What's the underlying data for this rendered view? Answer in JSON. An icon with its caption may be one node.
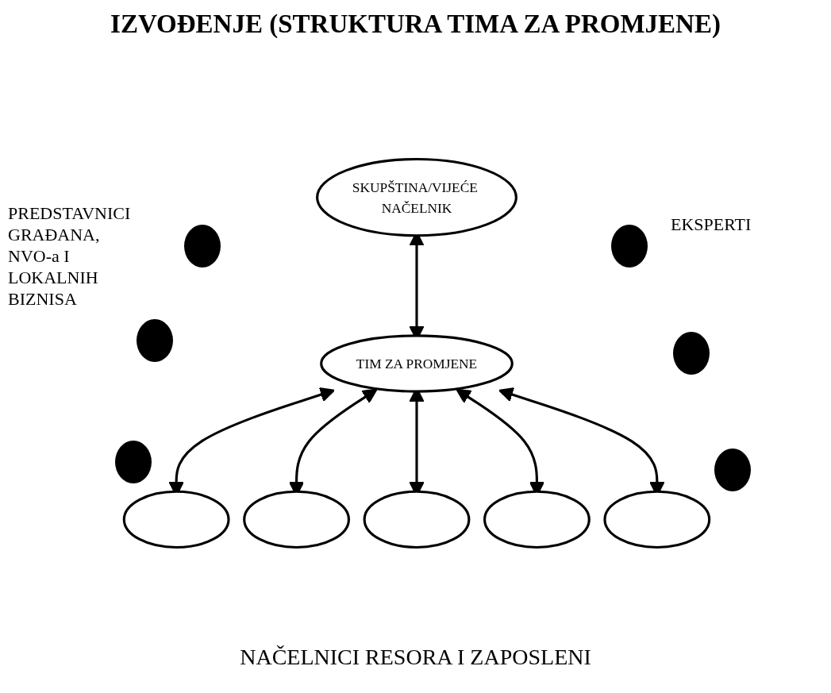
{
  "diagram": {
    "title": "IZVOĐENJE (STRUKTURA TIMA ZA PROMJENE)",
    "nodes": [
      {
        "text": [
          "SKUPŠTINA/VIJEĆE NAČELNIK"
        ]
      },
      {
        "text": [
          "TIM ZA PROMJENE"
        ]
      },
      {
        "text": [],
        "shape": "ellipse"
      },
      {
        "text": [],
        "shape": "ellipse"
      },
      {
        "text": [],
        "shape": "ellipse"
      },
      {
        "text": [],
        "shape": "ellipse"
      },
      {
        "text": [],
        "shape": "ellipse"
      }
    ],
    "edges": [
      {
        "from": 0,
        "to": 1,
        "arrow": "both"
      },
      {
        "from": 1,
        "to": 2,
        "arrow": "both"
      },
      {
        "from": 1,
        "to": 3,
        "arrow": "both"
      },
      {
        "from": 1,
        "to": 4,
        "arrow": "both"
      },
      {
        "from": 1,
        "to": 5,
        "arrow": "both"
      },
      {
        "from": 1,
        "to": 6,
        "arrow": "both"
      }
    ],
    "labels": [
      "PREDSTAVNICI GRAĐANA, NVO-a I LOKALNIH BIZNISA",
      "EKSPERTI",
      "NAČELNICI RESORA I ZAPOSLENI"
    ]
  }
}
